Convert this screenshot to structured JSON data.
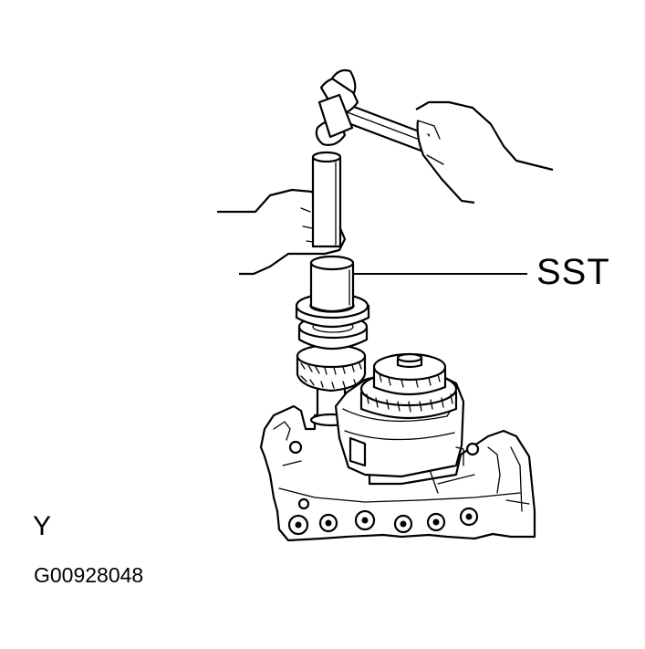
{
  "figure": {
    "callout_label": "SST",
    "view_label": "Y",
    "figure_id": "G00928048"
  },
  "colors": {
    "line": "#000000",
    "background": "#ffffff"
  }
}
